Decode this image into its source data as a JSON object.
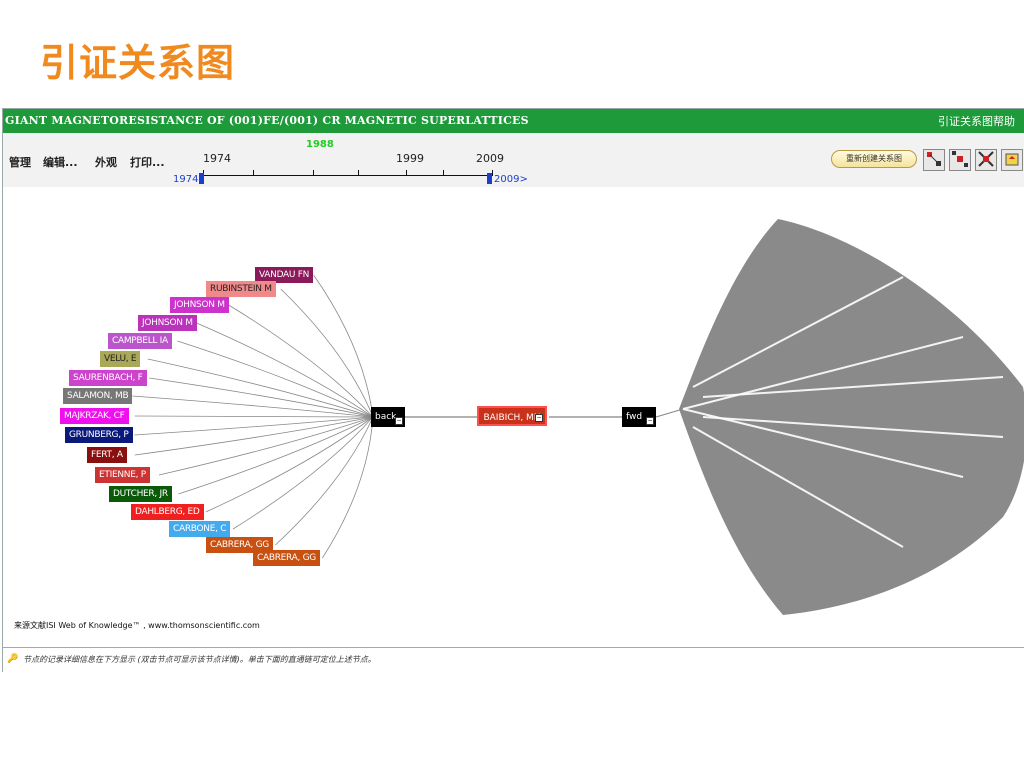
{
  "slide": {
    "title": "引证关系图"
  },
  "window": {
    "title": "GIANT MAGNETORESISTANCE OF (001)FE/(001) CR MAGNETIC SUPERLATTICES",
    "help": "引证关系图帮助"
  },
  "toolbar": {
    "menus": [
      "管理",
      "编辑...",
      "外观",
      "打印..."
    ],
    "rebuild_label": "重新创建关系图",
    "tool_icons": [
      "layout-expand-icon",
      "layout-collapse-icon",
      "layout-cross-icon",
      "export-icon"
    ]
  },
  "timeline": {
    "labels": [
      "1974",
      "1999",
      "2009"
    ],
    "selected_year": "1988",
    "range_start": "1974",
    "range_end": "2009>"
  },
  "graph": {
    "center": "BAIBICH, MN",
    "back": "back",
    "fwd": "fwd",
    "collapse_glyph": "−",
    "cited_authors": [
      {
        "label": "VANDAU FN",
        "color": "#8b1a5a"
      },
      {
        "label": "RUBINSTEIN M",
        "color": "#f08a8a"
      },
      {
        "label": "JOHNSON M",
        "color": "#cc33cc"
      },
      {
        "label": "JOHNSON M",
        "color": "#bb33bb"
      },
      {
        "label": "CAMPBELL IA",
        "color": "#bb55cc"
      },
      {
        "label": "VELU, E",
        "color": "#a8a858"
      },
      {
        "label": "SAURENBACH, F",
        "color": "#cc44cc"
      },
      {
        "label": "SALAMON, MB",
        "color": "#777777"
      },
      {
        "label": "MAJKRZAK, CF",
        "color": "#ee11ee"
      },
      {
        "label": "GRUNBERG, P",
        "color": "#0a1a7a"
      },
      {
        "label": "FERT, A",
        "color": "#8a1010"
      },
      {
        "label": "ETIENNE, P",
        "color": "#cc3333"
      },
      {
        "label": "DUTCHER, JR",
        "color": "#0a5a0a"
      },
      {
        "label": "DAHLBERG, ED",
        "color": "#ee2020"
      },
      {
        "label": "CARBONE, C",
        "color": "#44aaee"
      },
      {
        "label": "CABRERA, GG",
        "color": "#c85010"
      },
      {
        "label": "CABRERA, GG",
        "color": "#c85010"
      }
    ]
  },
  "source": "来源文献ISI Web of Knowledge™ , www.thomsonscientific.com",
  "footer": {
    "icon": "key-icon",
    "text": "节点的记录详细信息在下方显示 (双击节点可显示该节点详情)。单击下面的直通链可定位上述节点。"
  }
}
